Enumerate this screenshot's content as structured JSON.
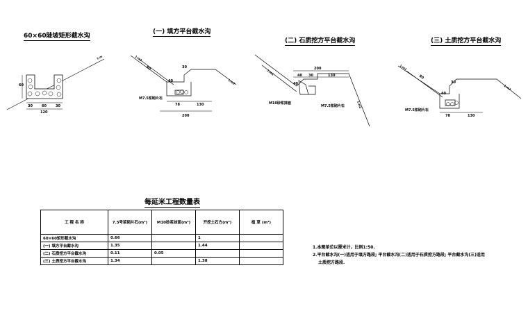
{
  "drawings": [
    {
      "title": "60×60陡坡矩形截水沟",
      "dims": {
        "slope": "1:m",
        "left": "30",
        "mid": "60",
        "right": "30",
        "height": "60",
        "total": "120"
      }
    },
    {
      "title": "(一) 填方平台截水沟",
      "dims": {
        "slope_top": "1:m1",
        "slope_side": "1:m2",
        "a": "80",
        "b": "30",
        "c": "40",
        "d": "78",
        "e": "130",
        "f": "200",
        "stone": "M7.5浆砌片石"
      }
    },
    {
      "title": "(二) 石质挖方平台截水沟",
      "dims": {
        "slope_top": "1:m1",
        "slope_side": "1:m2",
        "a": "40",
        "b": "30",
        "c": "200",
        "d": "130",
        "e": "40",
        "mortar": "M10砂浆抹面",
        "stone": "M7.5浆砌片石"
      }
    },
    {
      "title": "(三) 土质挖方平台截水沟",
      "dims": {
        "slope_top": "1:m1",
        "slope_side": "1:m2",
        "a": "80",
        "b": "30",
        "c": "40",
        "d": "78",
        "e": "130",
        "stone": "M7.5浆砌片石"
      }
    }
  ],
  "table": {
    "title": "每延米工程数量表",
    "headers": [
      "工 程 名 称",
      "7.5号浆砌片石(m³)",
      "M10砂浆抹面(m²)",
      "开挖土石方(m³)",
      "植 草 (m²)"
    ],
    "rows": [
      [
        "60×60矩形截水沟",
        "0.66",
        "",
        "1",
        ""
      ],
      [
        "(一) 填方平台截水沟",
        "1.35",
        "",
        "1.44",
        ""
      ],
      [
        "(二) 石质挖方平台截水沟",
        "0.11",
        "0.05",
        "",
        ""
      ],
      [
        "(三) 土质挖方平台截水沟",
        "1.34",
        "",
        "1.38",
        ""
      ]
    ]
  },
  "notes": [
    "1.本图单位以厘米计，比例1:50.",
    "2.平台截水沟(一)适用于填方路段; 平台截水沟(二)适用于石质挖方路段; 平台截水沟(三)适用",
    "土质挖方路段."
  ]
}
